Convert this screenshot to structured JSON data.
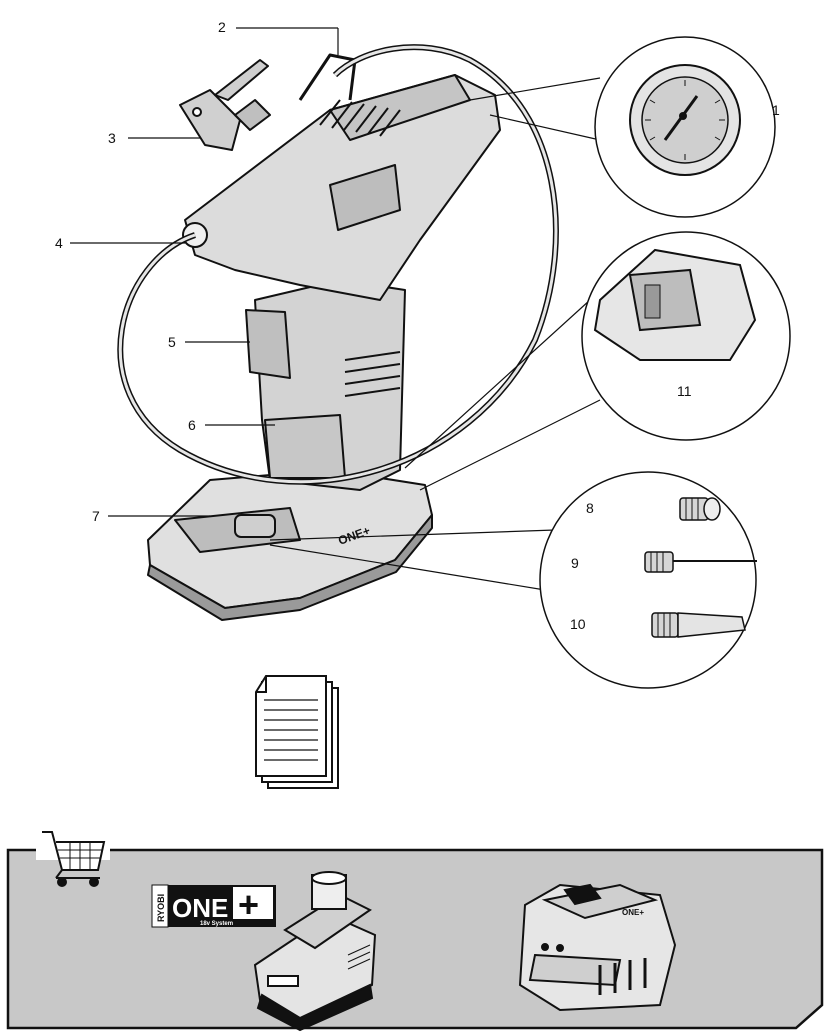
{
  "callouts": {
    "c1": "1",
    "c2": "2",
    "c3": "3",
    "c4": "4",
    "c5": "5",
    "c6": "6",
    "c7": "7",
    "c8": "8",
    "c9": "9",
    "c10": "10",
    "c11": "11"
  },
  "battery_logo": {
    "brand": "RYOBI",
    "wordmark": "ONE",
    "plus": "+",
    "system": "18v System"
  },
  "charger_badge": "ONE+",
  "base_badge": "ONE+",
  "icons": [
    "shopping-cart-icon",
    "manual-document-icon"
  ],
  "colors": {
    "panel": "#c8c8c8",
    "ink": "#111111",
    "paper": "#ffffff"
  }
}
